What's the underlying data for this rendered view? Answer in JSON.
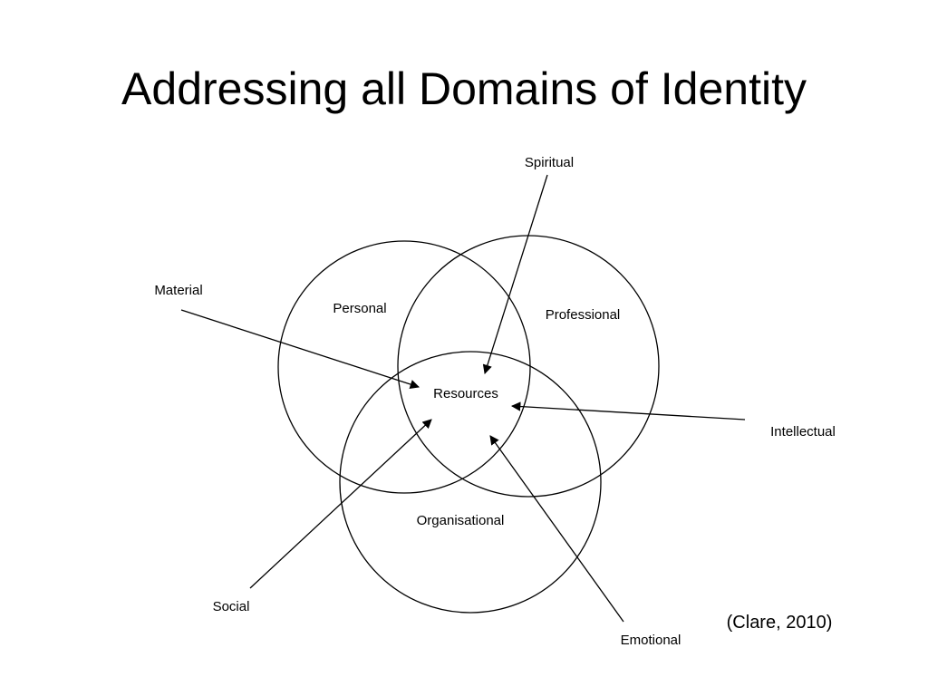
{
  "slide": {
    "title": "Addressing all Domains of Identity",
    "citation": "(Clare, 2010)"
  },
  "diagram": {
    "circles": {
      "personal": "Personal",
      "professional": "Professional",
      "organisational": "Organisational"
    },
    "center": "Resources",
    "arrows": {
      "spiritual": "Spiritual",
      "material": "Material",
      "intellectual": "Intellectual",
      "social": "Social",
      "emotional": "Emotional"
    }
  },
  "colors": {
    "ink": "#000000",
    "background": "#ffffff"
  }
}
